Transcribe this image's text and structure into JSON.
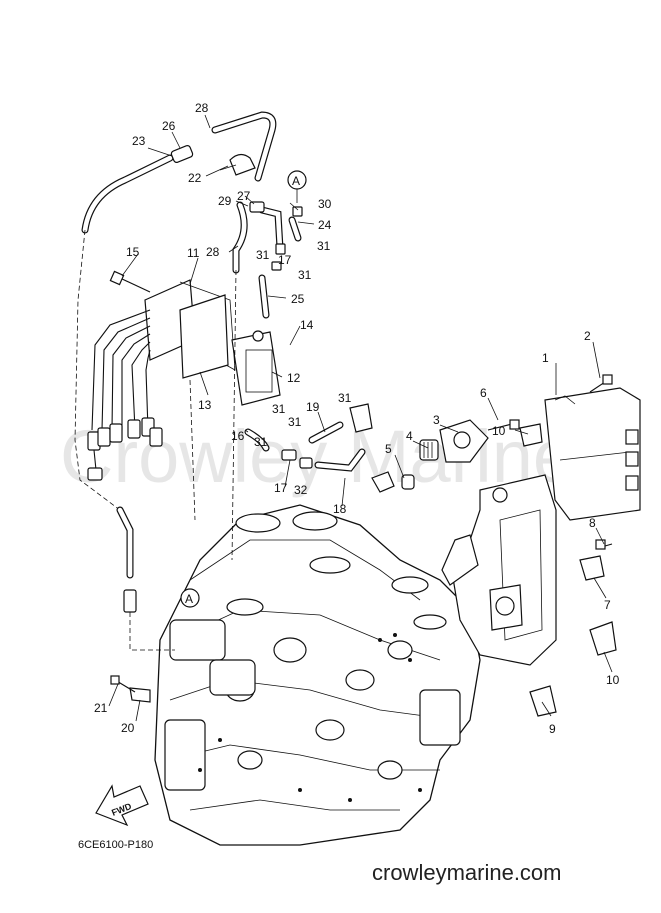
{
  "diagram": {
    "drawing_code": "6CE6100-P180",
    "watermark": "Crowley Marine",
    "site": "crowleymarine.com",
    "fwd_label": "FWD",
    "ref_marker": "A",
    "callouts": [
      {
        "n": "1"
      },
      {
        "n": "2"
      },
      {
        "n": "3"
      },
      {
        "n": "4"
      },
      {
        "n": "5"
      },
      {
        "n": "6"
      },
      {
        "n": "7"
      },
      {
        "n": "8"
      },
      {
        "n": "9"
      },
      {
        "n": "10"
      },
      {
        "n": "10"
      },
      {
        "n": "11"
      },
      {
        "n": "12"
      },
      {
        "n": "13"
      },
      {
        "n": "14"
      },
      {
        "n": "15"
      },
      {
        "n": "16"
      },
      {
        "n": "17"
      },
      {
        "n": "17"
      },
      {
        "n": "18"
      },
      {
        "n": "19"
      },
      {
        "n": "20"
      },
      {
        "n": "21"
      },
      {
        "n": "22"
      },
      {
        "n": "23"
      },
      {
        "n": "24"
      },
      {
        "n": "25"
      },
      {
        "n": "26"
      },
      {
        "n": "27"
      },
      {
        "n": "28"
      },
      {
        "n": "28"
      },
      {
        "n": "29"
      },
      {
        "n": "30"
      },
      {
        "n": "31"
      },
      {
        "n": "31"
      },
      {
        "n": "31"
      },
      {
        "n": "31"
      },
      {
        "n": "31"
      },
      {
        "n": "31"
      },
      {
        "n": "31"
      },
      {
        "n": "32"
      }
    ]
  }
}
